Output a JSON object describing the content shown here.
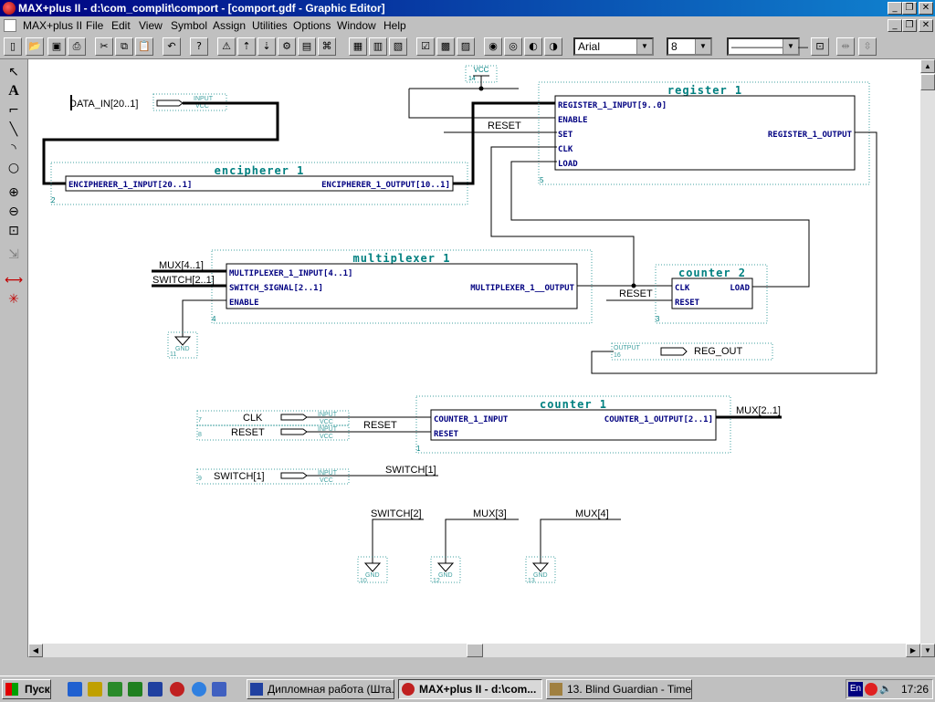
{
  "window": {
    "title": "MAX+plus II - d:\\com_complit\\comport - [comport.gdf - Graphic Editor]"
  },
  "menubar": {
    "items": [
      {
        "label": "MAX+plus II"
      },
      {
        "label": "File"
      },
      {
        "label": "Edit"
      },
      {
        "label": "View"
      },
      {
        "label": "Symbol"
      },
      {
        "label": "Assign"
      },
      {
        "label": "Utilities"
      },
      {
        "label": "Options"
      },
      {
        "label": "Window"
      },
      {
        "label": "Help"
      }
    ]
  },
  "toolbar": {
    "font_select": "Arial",
    "size_select": "8",
    "line_style_select": "———————"
  },
  "schematic": {
    "vcc": {
      "label": "VCC",
      "num": "14"
    },
    "data_in": {
      "label": "DATA_IN[20..1]",
      "type": "INPUT",
      "vcc": "VCC"
    },
    "encipherer": {
      "title": "encipherer_1",
      "input": "ENCIPHERER_1_INPUT[20..1]",
      "output": "ENCIPHERER_1_OUTPUT[10..1]",
      "num": "2"
    },
    "register": {
      "title": "register_1",
      "ports": [
        "REGISTER_1_INPUT[9..0]",
        "ENABLE",
        "SET",
        "CLK",
        "LOAD"
      ],
      "output": "REGISTER_1_OUTPUT",
      "num": "5",
      "reset_label": "RESET"
    },
    "multiplexer": {
      "title": "multiplexer_1",
      "ports": [
        "MULTIPLEXER_1_INPUT[4..1]",
        "SWITCH_SIGNAL[2..1]",
        "ENABLE"
      ],
      "output": "MULTIPLEXER_1__OUTPUT",
      "num": "4",
      "mux_label": "MUX[4..1]",
      "switch_label": "SWITCH[2..1]"
    },
    "gnd_main": {
      "label": "GND",
      "num": "11"
    },
    "counter2": {
      "title": "counter_2",
      "ports": [
        "CLK",
        "RESET"
      ],
      "output": "LOAD",
      "num": "3",
      "reset_label": "RESET"
    },
    "reg_out": {
      "label": "REG_OUT",
      "type": "OUTPUT",
      "num": "16"
    },
    "counter1": {
      "title": "counter_1",
      "ports": [
        "COUNTER_1_INPUT",
        "RESET"
      ],
      "output": "COUNTER_1_OUTPUT[2..1]",
      "num": "1",
      "reset_label": "RESET",
      "mux_label": "MUX[2..1]"
    },
    "inputs": [
      {
        "label": "CLK",
        "type": "INPUT",
        "vcc": "VCC",
        "num": "7"
      },
      {
        "label": "RESET",
        "type": "INPUT",
        "vcc": "VCC",
        "num": "8"
      },
      {
        "label": "SWITCH[1]",
        "type": "INPUT",
        "vcc": "VCC",
        "num": "9",
        "net": "SWITCH[1]"
      }
    ],
    "gnds": [
      {
        "net": "SWITCH[2]",
        "label": "GND",
        "num": "10"
      },
      {
        "net": "MUX[3]",
        "label": "GND",
        "num": "12"
      },
      {
        "net": "MUX[4]",
        "label": "GND",
        "num": "13"
      }
    ]
  },
  "taskbar": {
    "start": "Пуск",
    "tasks": [
      {
        "label": "Дипломная работа (Шта..."
      },
      {
        "label": "MAX+plus II - d:\\com..."
      },
      {
        "label": "13. Blind Guardian - Time ..."
      }
    ],
    "lang": "En",
    "time": "17:26"
  },
  "colors": {
    "titlebar": "#000080",
    "block_text": "#000080",
    "block_title": "#008080",
    "wire": "#000000",
    "dotted_border": "#40a0a0"
  }
}
